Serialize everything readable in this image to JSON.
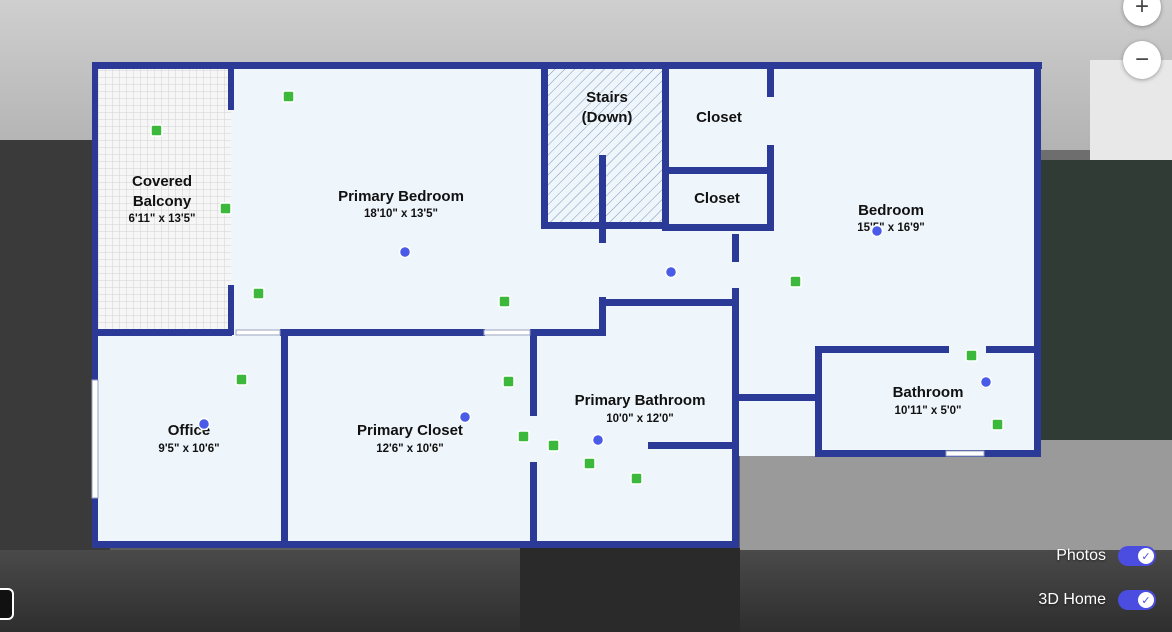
{
  "controls": {
    "zoom_in_label": "+",
    "zoom_out_label": "−",
    "photos_label": "Photos",
    "photos_on": true,
    "home3d_label": "3D Home",
    "home3d_on": true,
    "check_glyph": "✓"
  },
  "rooms": {
    "balcony": {
      "name1": "Covered",
      "name2": "Balcony",
      "dims": "6'11\" x 13'5\""
    },
    "primary_bedroom": {
      "name": "Primary Bedroom",
      "dims": "18'10\" x 13'5\""
    },
    "stairs": {
      "name1": "Stairs",
      "name2": "(Down)"
    },
    "closet1": {
      "name": "Closet"
    },
    "closet2": {
      "name": "Closet"
    },
    "bedroom": {
      "name": "Bedroom",
      "dims": "15'5\" x 16'9\""
    },
    "office": {
      "name": "Office",
      "dims": "9'5\" x 10'6\""
    },
    "primary_closet": {
      "name": "Primary Closet",
      "dims": "12'6\" x 10'6\""
    },
    "primary_bathroom": {
      "name": "Primary Bathroom",
      "dims": "10'0\" x 12'0\""
    },
    "bathroom": {
      "name": "Bathroom",
      "dims": "10'11\" x 5'0\""
    }
  },
  "colors": {
    "wall": "#2b3a96",
    "floor": "#eef5fb",
    "photo_marker": "#3cb83c",
    "tour_marker": "#4a5be8",
    "toggle": "#4a4de0"
  }
}
